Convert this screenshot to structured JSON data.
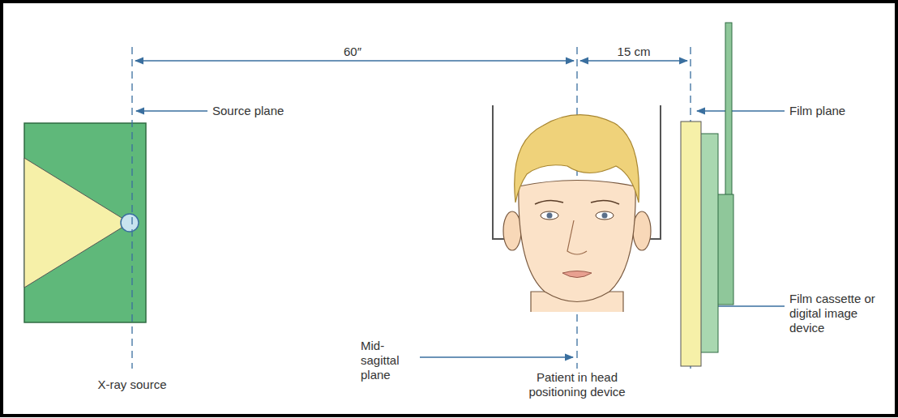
{
  "diagram": {
    "labels": [
      "60″",
      "15 cm",
      "Source plane",
      "Film plane",
      "Film cassette or digital image device",
      "Mid-sagittal plane",
      "X-ray source",
      "Patient in head positioning device"
    ]
  }
}
